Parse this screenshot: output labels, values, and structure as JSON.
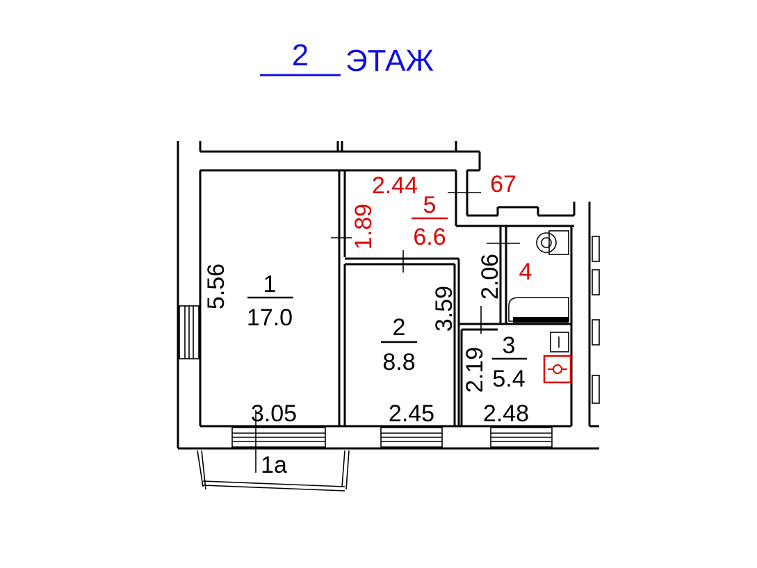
{
  "title": {
    "floor_number": "2",
    "floor_label": "ЭТАЖ"
  },
  "rooms": [
    {
      "id": "1",
      "number": "1",
      "area": "17.0"
    },
    {
      "id": "2",
      "number": "2",
      "area": "8.8"
    },
    {
      "id": "3",
      "number": "3",
      "area": "5.4"
    },
    {
      "id": "4",
      "number": "4"
    },
    {
      "id": "5",
      "number": "5",
      "area": "6.6"
    },
    {
      "id": "1a",
      "number": "1а"
    }
  ],
  "dimensions": {
    "room1_width": "3.05",
    "room1_length": "5.56",
    "room2_width": "2.45",
    "room2_length": "3.59",
    "room3_width": "2.48",
    "room3_length": "2.19",
    "room4_length": "2.06",
    "room5_width": "2.44",
    "room5_length": "1.89",
    "room5_extra": "67"
  },
  "colors": {
    "title": "#1010e0",
    "lines": "#000000",
    "highlight": "#e00000"
  }
}
